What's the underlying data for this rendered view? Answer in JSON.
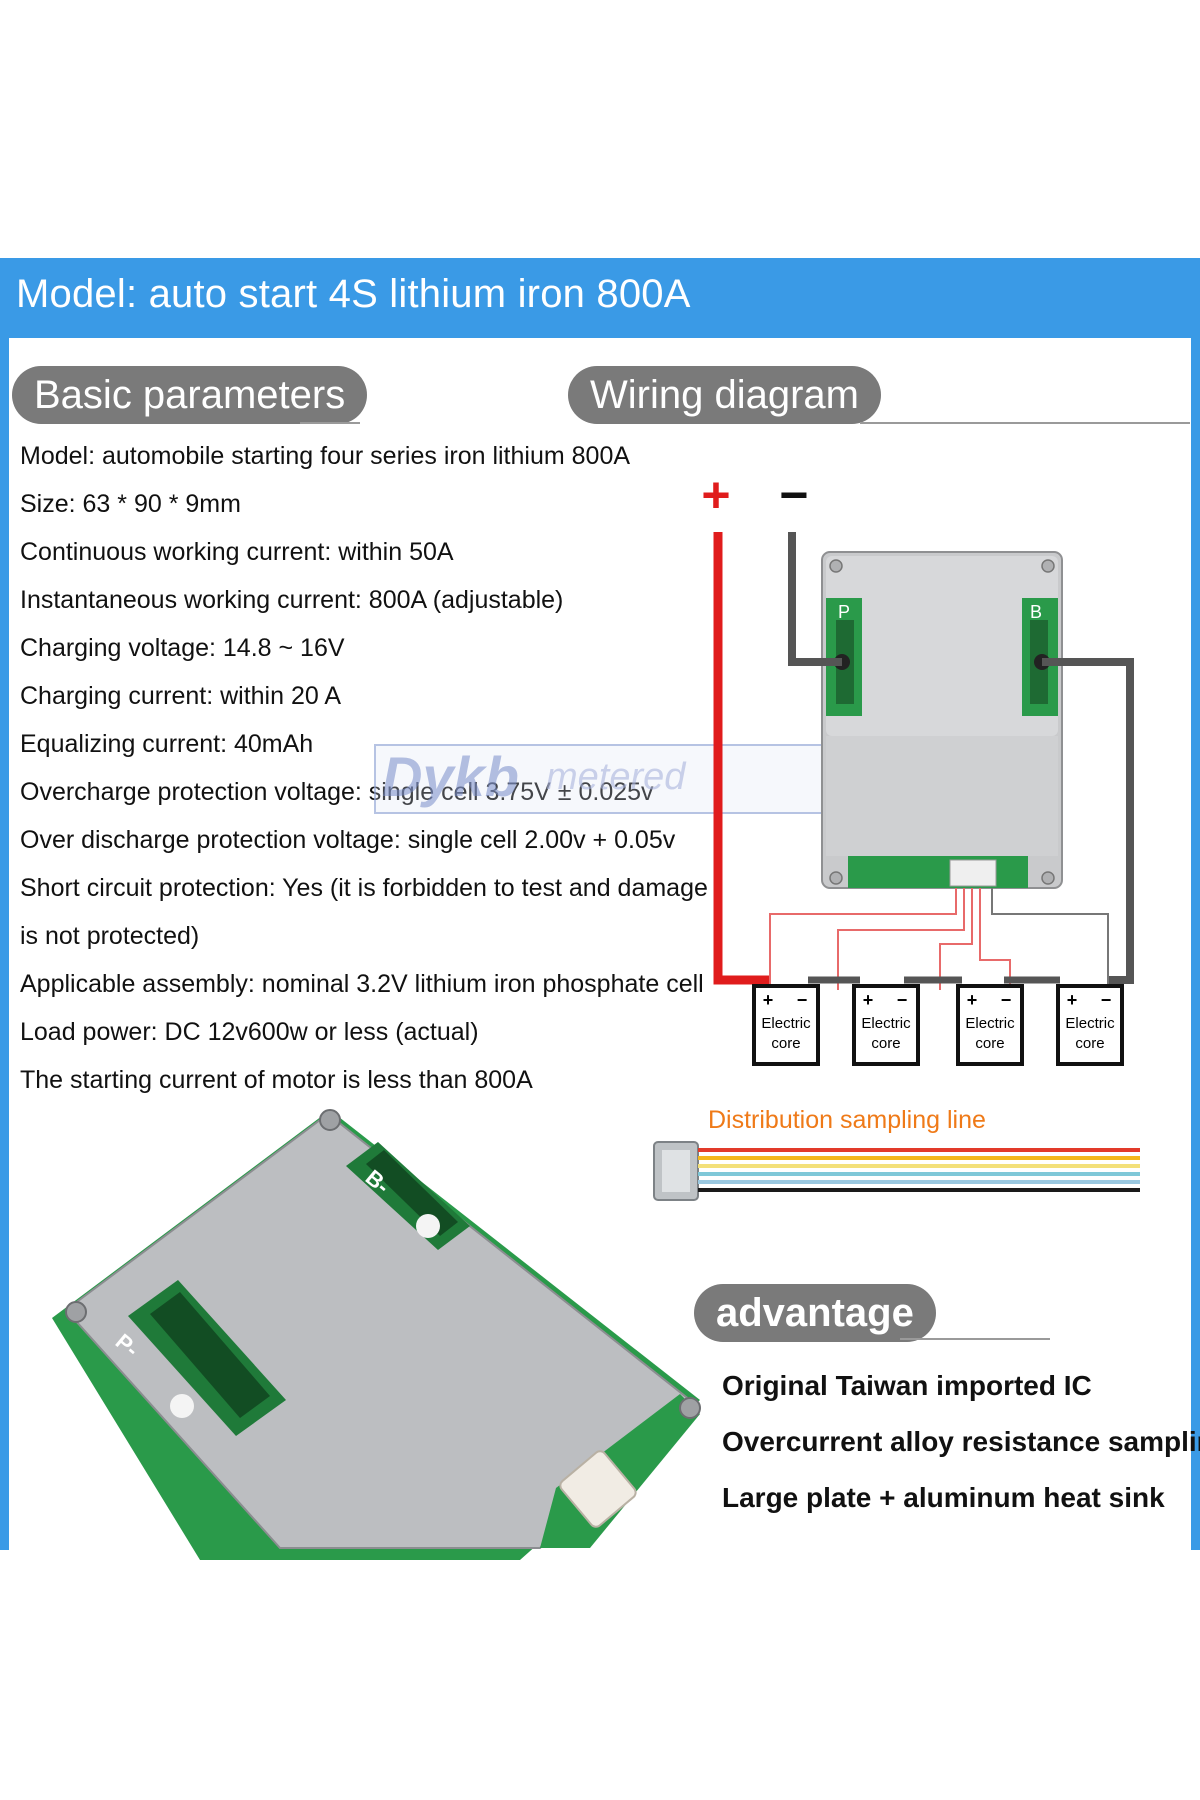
{
  "banner": {
    "title": "Model: auto start 4S lithium iron 800A"
  },
  "sections": {
    "basic": "Basic parameters",
    "wiring": "Wiring diagram",
    "advantage": "advantage"
  },
  "parameters": [
    "Model: automobile starting four series iron lithium 800A",
    "Size: 63 * 90 * 9mm",
    "Continuous working current: within 50A",
    "Instantaneous working current: 800A (adjustable)",
    "Charging voltage: 14.8 ~ 16V",
    "Charging current: within 20 A",
    "Equalizing current: 40mAh",
    "Overcharge protection voltage: single cell 3.75V ± 0.025v",
    "Over discharge protection voltage: single cell 2.00v + 0.05v",
    "Short circuit protection: Yes (it is forbidden to test and damage",
    "is not protected)",
    "Applicable assembly: nominal 3.2V lithium iron phosphate cell",
    "Load power: DC 12v600w or less (actual)",
    "The starting current of motor is less than 800A"
  ],
  "diagram": {
    "plus": "+",
    "minus": "−",
    "cells": [
      {
        "line1": "Electric",
        "line2": "core"
      },
      {
        "line1": "Electric",
        "line2": "core"
      },
      {
        "line1": "Electric",
        "line2": "core"
      },
      {
        "line1": "Electric",
        "line2": "core"
      }
    ],
    "cell_plus": "+",
    "cell_minus": "−",
    "board_marks": [
      "P",
      "B"
    ],
    "wire_label": "Distribution sampling line",
    "wire_colors": [
      "#e23a2a",
      "#f4b71c",
      "#f3e07a",
      "#7fc8d8",
      "#9ac8e0",
      "#1a1a1a"
    ]
  },
  "watermark": {
    "brand": "Dykb",
    "suffix": "metered"
  },
  "product_photo": {
    "marks": [
      "B-",
      "P-"
    ]
  },
  "advantages": [
    "Original Taiwan imported IC",
    "Overcurrent alloy resistance sampling",
    "Large plate + aluminum heat sink"
  ],
  "colors": {
    "banner": "#3a9ae6",
    "pill": "#7a7a7a",
    "positive": "#e01c1c",
    "negative": "#555555",
    "pcb": "#2a9a4a",
    "label": "#ef7a18"
  }
}
